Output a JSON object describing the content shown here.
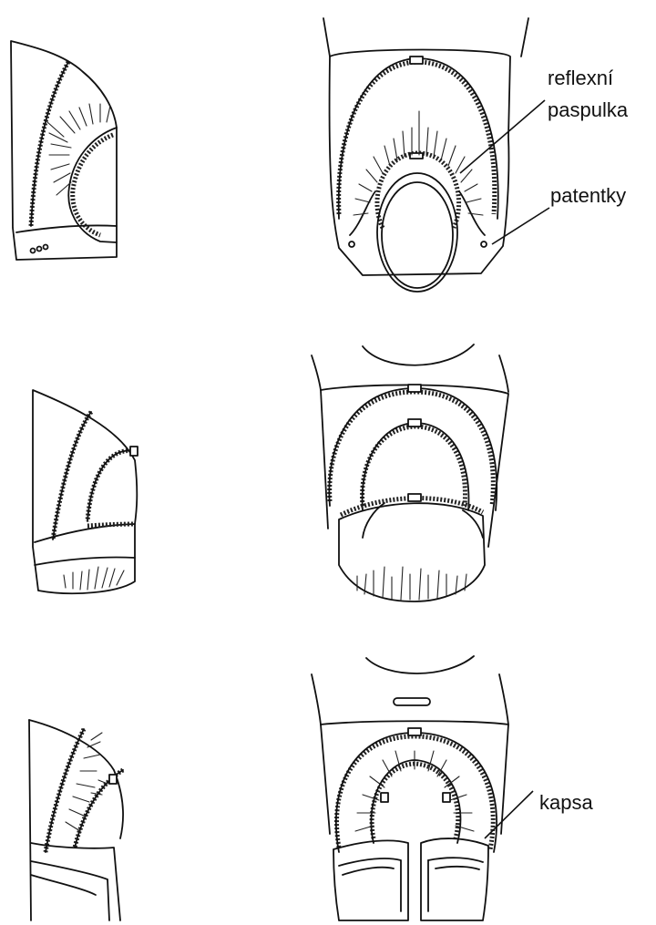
{
  "labels": {
    "reflective_piping_line1": "reflexní",
    "reflective_piping_line2": "paspulka",
    "snaps": "patentky",
    "pocket": "kapsa"
  }
}
